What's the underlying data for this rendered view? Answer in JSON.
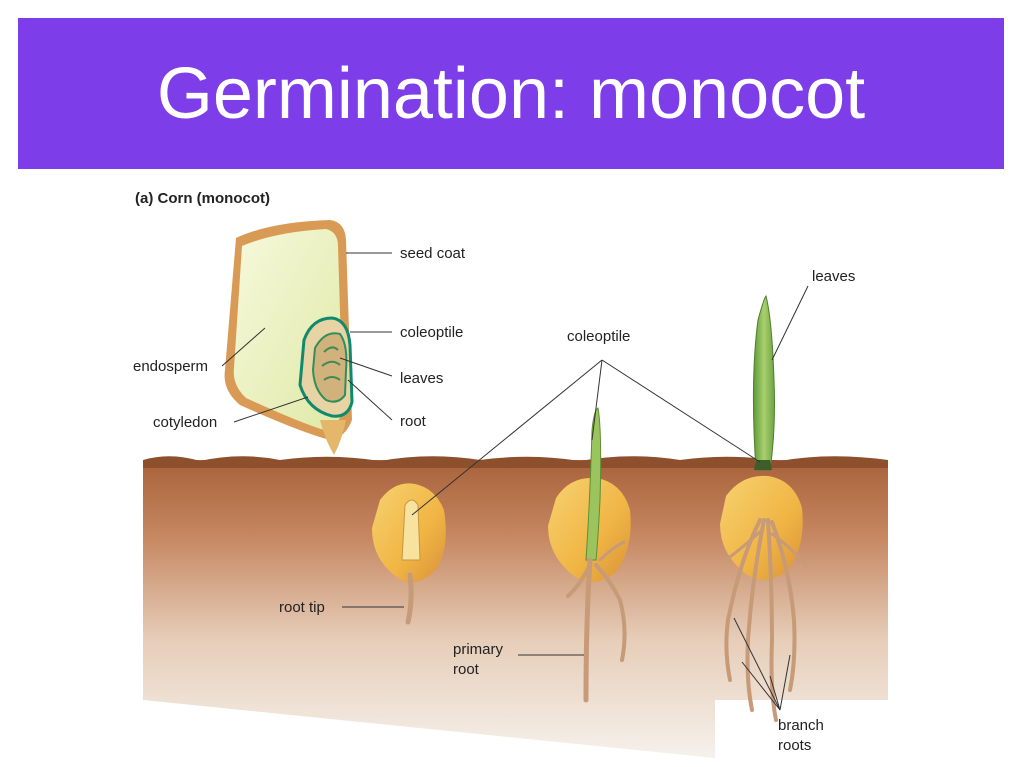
{
  "slide": {
    "title": "Germination: monocot"
  },
  "diagram": {
    "panel_label": "(a) Corn (monocot)",
    "labels": {
      "seed_coat": "seed coat",
      "endosperm": "endosperm",
      "coleoptile_seed": "coleoptile",
      "leaves_seed": "leaves",
      "cotyledon": "cotyledon",
      "root_seed": "root",
      "coleoptile_seedlings": "coleoptile",
      "leaves_seedling": "leaves",
      "root_tip": "root tip",
      "primary_root_line1": "primary",
      "primary_root_line2": "root",
      "branch_roots_line1": "branch",
      "branch_roots_line2": "roots"
    },
    "colors": {
      "title_bar": "#7d3de8",
      "soil_top": "#b9734a",
      "soil_bottom": "#f3ece6",
      "endosperm": "#e9f1b8",
      "seed_coat": "#d99a55",
      "kernel": "#f2b84b",
      "shoot_green": "#7fb04a",
      "root": "#c79a78"
    }
  }
}
